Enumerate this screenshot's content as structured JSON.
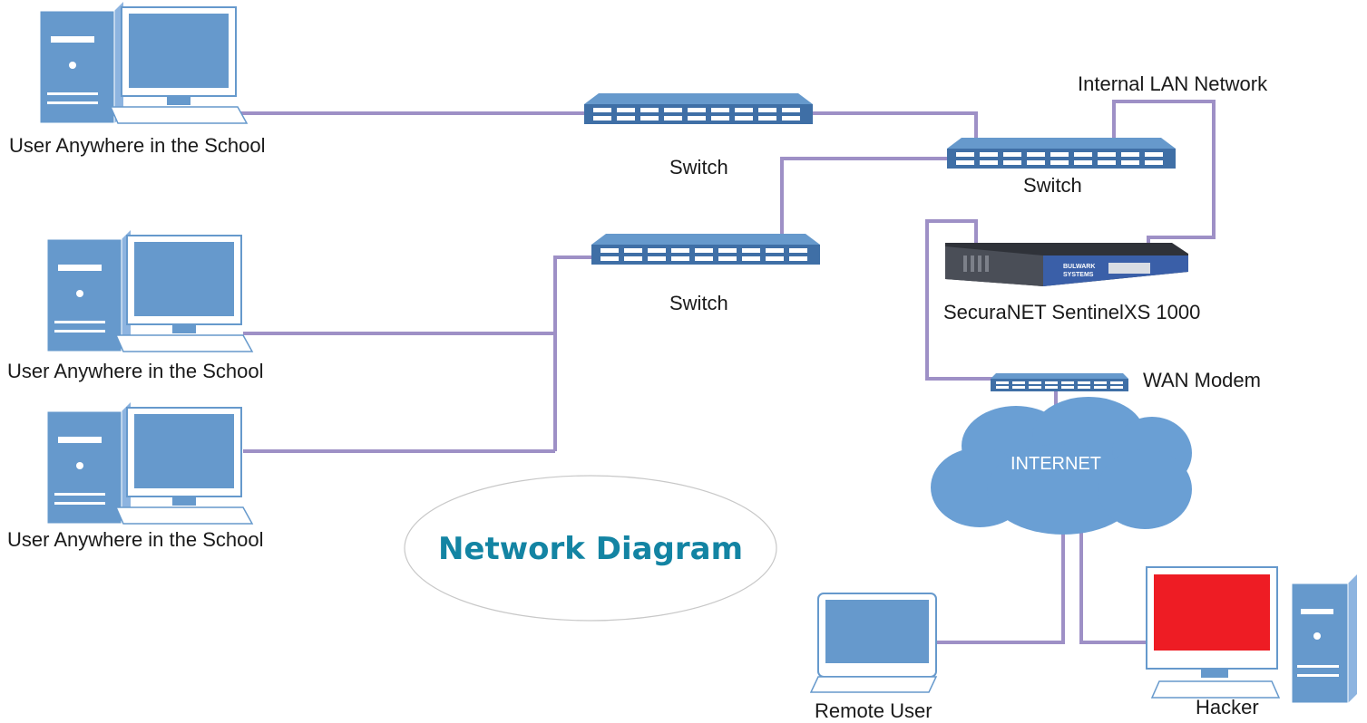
{
  "title": "Network Diagram",
  "labels": {
    "user_top": "User Anywhere in the School",
    "user_mid": "User Anywhere in the School",
    "user_bottom": "User Anywhere in the School",
    "switch_left_top": "Switch",
    "switch_left_bottom": "Switch",
    "switch_right": "Switch",
    "internal_lan": "Internal LAN Network",
    "firewall": "SecuraNET SentinelXS 1000",
    "wan_modem": "WAN Modem",
    "internet": "INTERNET",
    "remote_user": "Remote User",
    "hacker": "Hacker",
    "brand_line1": "BULWARK",
    "brand_line2": "SYSTEMS"
  },
  "colors": {
    "device_blue": "#6699cc",
    "device_dark": "#3f6fa6",
    "link_purple": "#9e90c6",
    "cloud_blue": "#6a9fd4",
    "hacker_screen": "#ee1c24",
    "title_teal": "#1384a3",
    "firewall_gray": "#4a4e57"
  },
  "icons": {
    "desktop": "desktop-computer-icon",
    "switch": "network-switch-icon",
    "firewall": "firewall-appliance-icon",
    "modem": "wan-modem-icon",
    "cloud": "internet-cloud-icon",
    "laptop": "laptop-icon"
  }
}
